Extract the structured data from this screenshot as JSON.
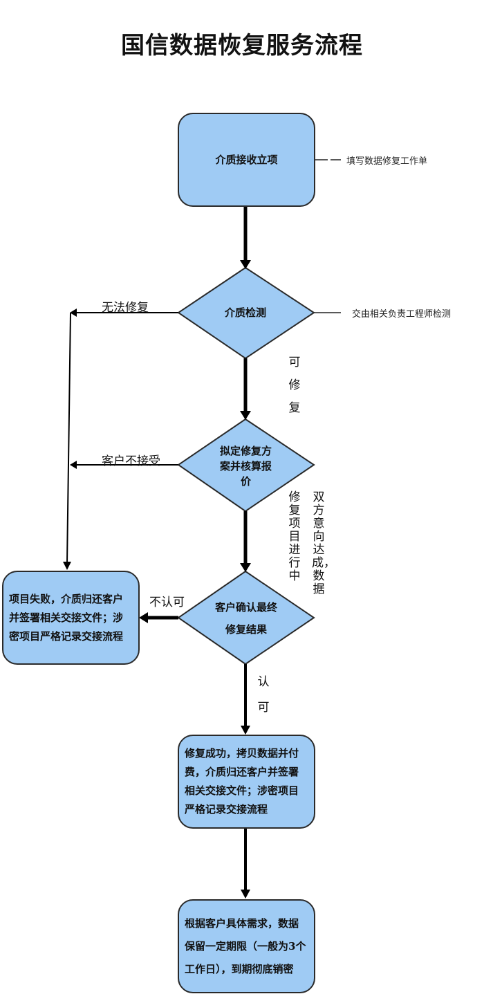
{
  "title": "国信数据恢复服务流程",
  "nodes": {
    "receive": "介质接收立项",
    "detect": "介质检测",
    "plan": "拟定修复方案并核算报价",
    "confirm": "客户确认最终修复结果",
    "fail": "项目失败，介质归还客户并签署相关交接文件；涉密项目严格记录交接流程",
    "success": "修复成功，拷贝数据并付费，介质归还客户并签署相关交接文件；涉密项目严格记录交接流程",
    "retain": "根据客户具体需求，数据保留一定期限（一般为3个工作日），到期彻底销密"
  },
  "notes": {
    "receive": "填写数据修复工作单",
    "detect": "交由相关负责工程师检测"
  },
  "edge_labels": {
    "cannot_repair": "无法修复",
    "reject": "客户不接受",
    "not_approved": "不认可",
    "repairable": "可修复",
    "agreement": "双方意向达成，数据",
    "in_progress": "修复项目进行中",
    "approved": "认可"
  }
}
